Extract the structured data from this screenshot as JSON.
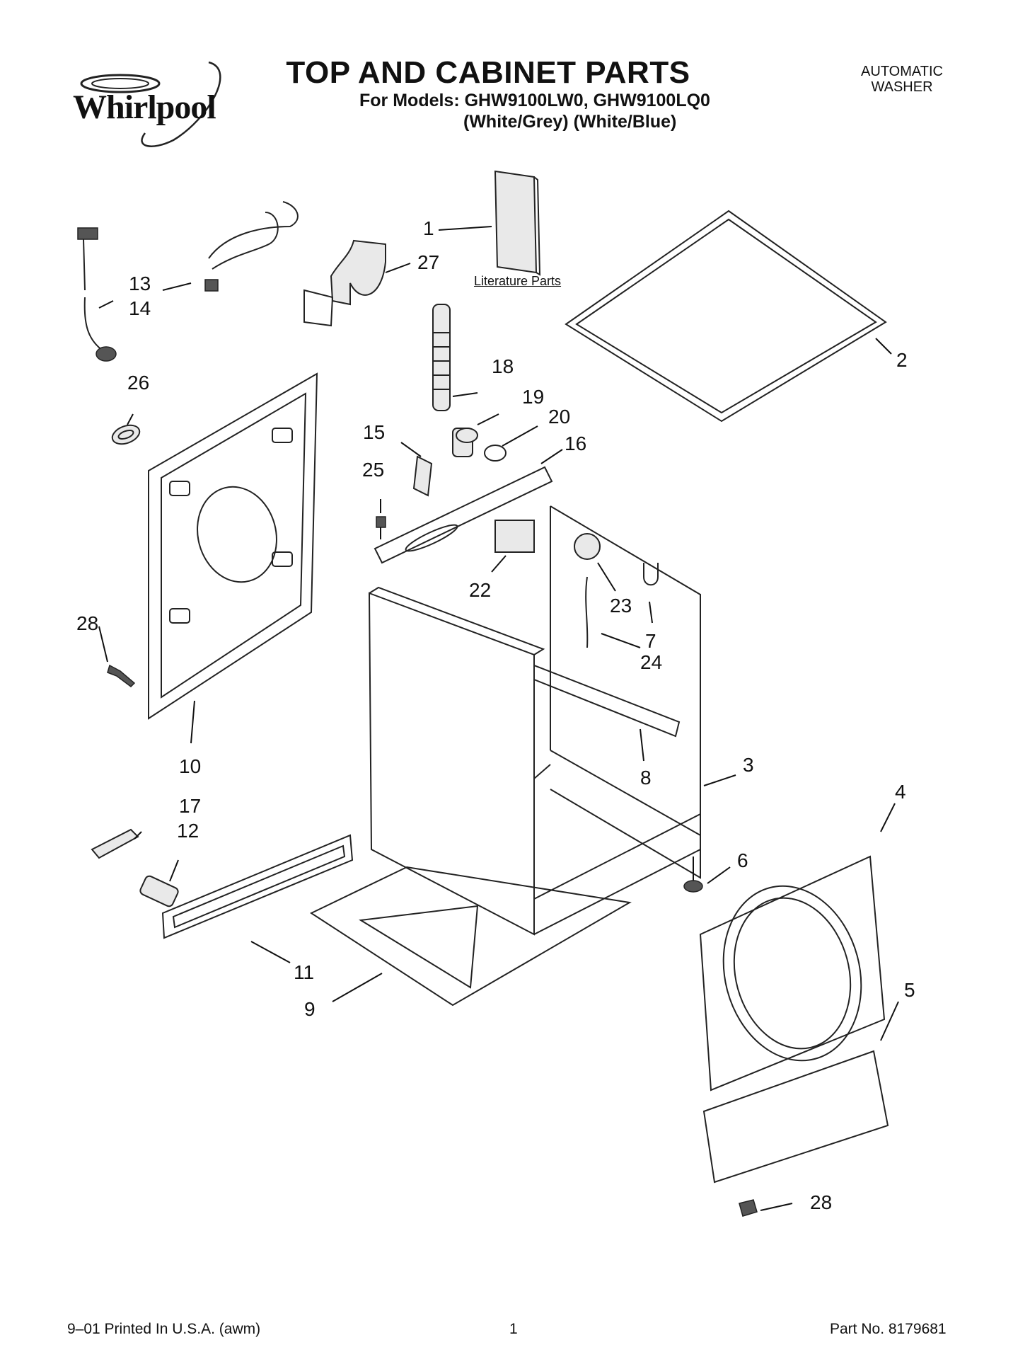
{
  "header": {
    "brand": "Whirlpool",
    "title": "TOP AND CABINET PARTS",
    "models_line": "For Models: GHW9100LW0, GHW9100LQ0",
    "colors_line": "(White/Grey)    (White/Blue)",
    "product_line1": "AUTOMATIC",
    "product_line2": "WASHER"
  },
  "diagram": {
    "literature_label": "Literature Parts",
    "callouts": [
      "1",
      "2",
      "3",
      "4",
      "5",
      "6",
      "7",
      "8",
      "9",
      "10",
      "11",
      "12",
      "13",
      "14",
      "15",
      "16",
      "17",
      "18",
      "19",
      "20",
      "22",
      "23",
      "24",
      "25",
      "26",
      "27",
      "28",
      "28"
    ]
  },
  "footer": {
    "print_info": "9–01 Printed In U.S.A. (awm)",
    "page_number": "1",
    "part_number": "Part No. 8179681"
  }
}
